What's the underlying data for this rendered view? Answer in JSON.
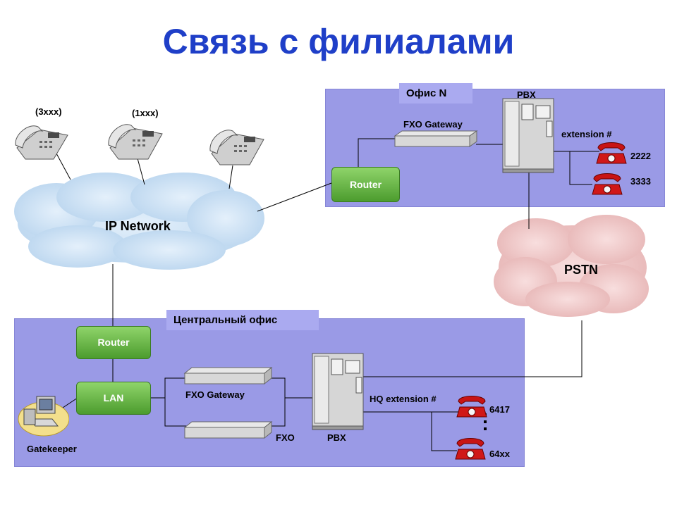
{
  "title": "Связь с филиалами",
  "remote_office": {
    "tag": "Офис N",
    "pbx_label": "PBX",
    "gateway_label": "FXO Gateway",
    "extension_label": "extension #",
    "router_label": "Router",
    "extensions": [
      "2222",
      "3333"
    ]
  },
  "ip_network": {
    "label": "IP Network",
    "phones": [
      "(3xxx)",
      "(1xxx)"
    ]
  },
  "pstn": {
    "label": "PSTN"
  },
  "central_office": {
    "tag": "Центральный офис",
    "router_label": "Router",
    "lan_label": "LAN",
    "gateway_label": "FXO Gateway",
    "fxo_label": "FXO",
    "pbx_label": "PBX",
    "hq_extension_label": "HQ extension #",
    "extensions": [
      "6417",
      "64xx"
    ],
    "gatekeeper_label": "Gatekeeper"
  },
  "colors": {
    "title": "#1f3fc8",
    "region": "#9a9ae6",
    "router_green": "#4c9c2e",
    "cloud_blue": "#c8e0f4",
    "cloud_pink": "#f0c8c8",
    "red_phone": "#d01818"
  }
}
